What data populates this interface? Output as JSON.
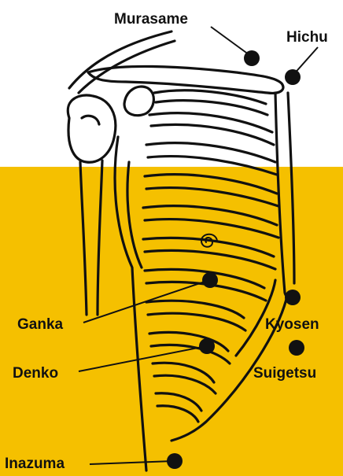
{
  "colors": {
    "background": "#ffffff",
    "band": "#f5c000",
    "ink": "#111111"
  },
  "labels": {
    "murasame": "Murasame",
    "hichu": "Hichu",
    "ganka": "Ganka",
    "kyosen": "Kyosen",
    "denko": "Denko",
    "suigetsu": "Suigetsu",
    "inazuma": "Inazuma"
  }
}
